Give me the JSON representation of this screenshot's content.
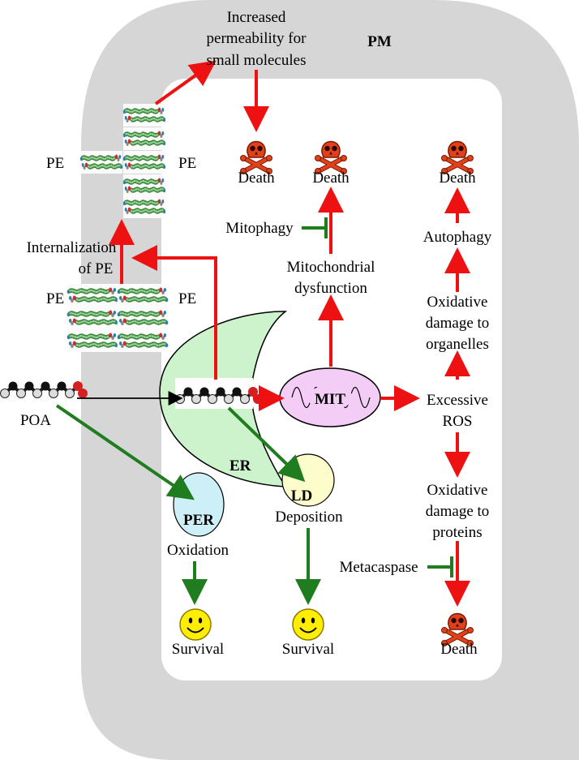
{
  "labels": {
    "pm": "PM",
    "increased_l1": "Increased",
    "increased_l2": "permeability for",
    "increased_l3": "small molecules",
    "pe": "PE",
    "internalization_l1": "Internalization",
    "internalization_l2": "of PE",
    "poa": "POA",
    "er": "ER",
    "mit": "MIT",
    "ld": "LD",
    "deposition": "Deposition",
    "per": "PER",
    "oxidation": "Oxidation",
    "survival": "Survival",
    "death": "Death",
    "mitophagy": "Mitophagy",
    "mito_dys_l1": "Mitochondrial",
    "mito_dys_l2": "dysfunction",
    "autophagy": "Autophagy",
    "ox_org_l1": "Oxidative",
    "ox_org_l2": "damage to",
    "ox_org_l3": "organelles",
    "excessive_l1": "Excessive",
    "excessive_l2": "ROS",
    "ox_prot_l1": "Oxidative",
    "ox_prot_l2": "damage to",
    "ox_prot_l3": "proteins",
    "metacaspase": "Metacaspase"
  },
  "colors": {
    "membrane": "#d6d6d6",
    "red_arrow": "#ee1111",
    "green_arrow": "#1f7d1f",
    "er_fill": "#cdf3cd",
    "mit_fill": "#f3cdf5",
    "ld_fill": "#fdfccb",
    "per_fill": "#cdf0f8",
    "smiley_fill": "#ffee00",
    "skull_fill": "#e0401a"
  },
  "icons": {
    "death": "skull-crossbones-icon",
    "survival": "smiley-face-icon",
    "lipid": "lipid-molecule-icon"
  }
}
